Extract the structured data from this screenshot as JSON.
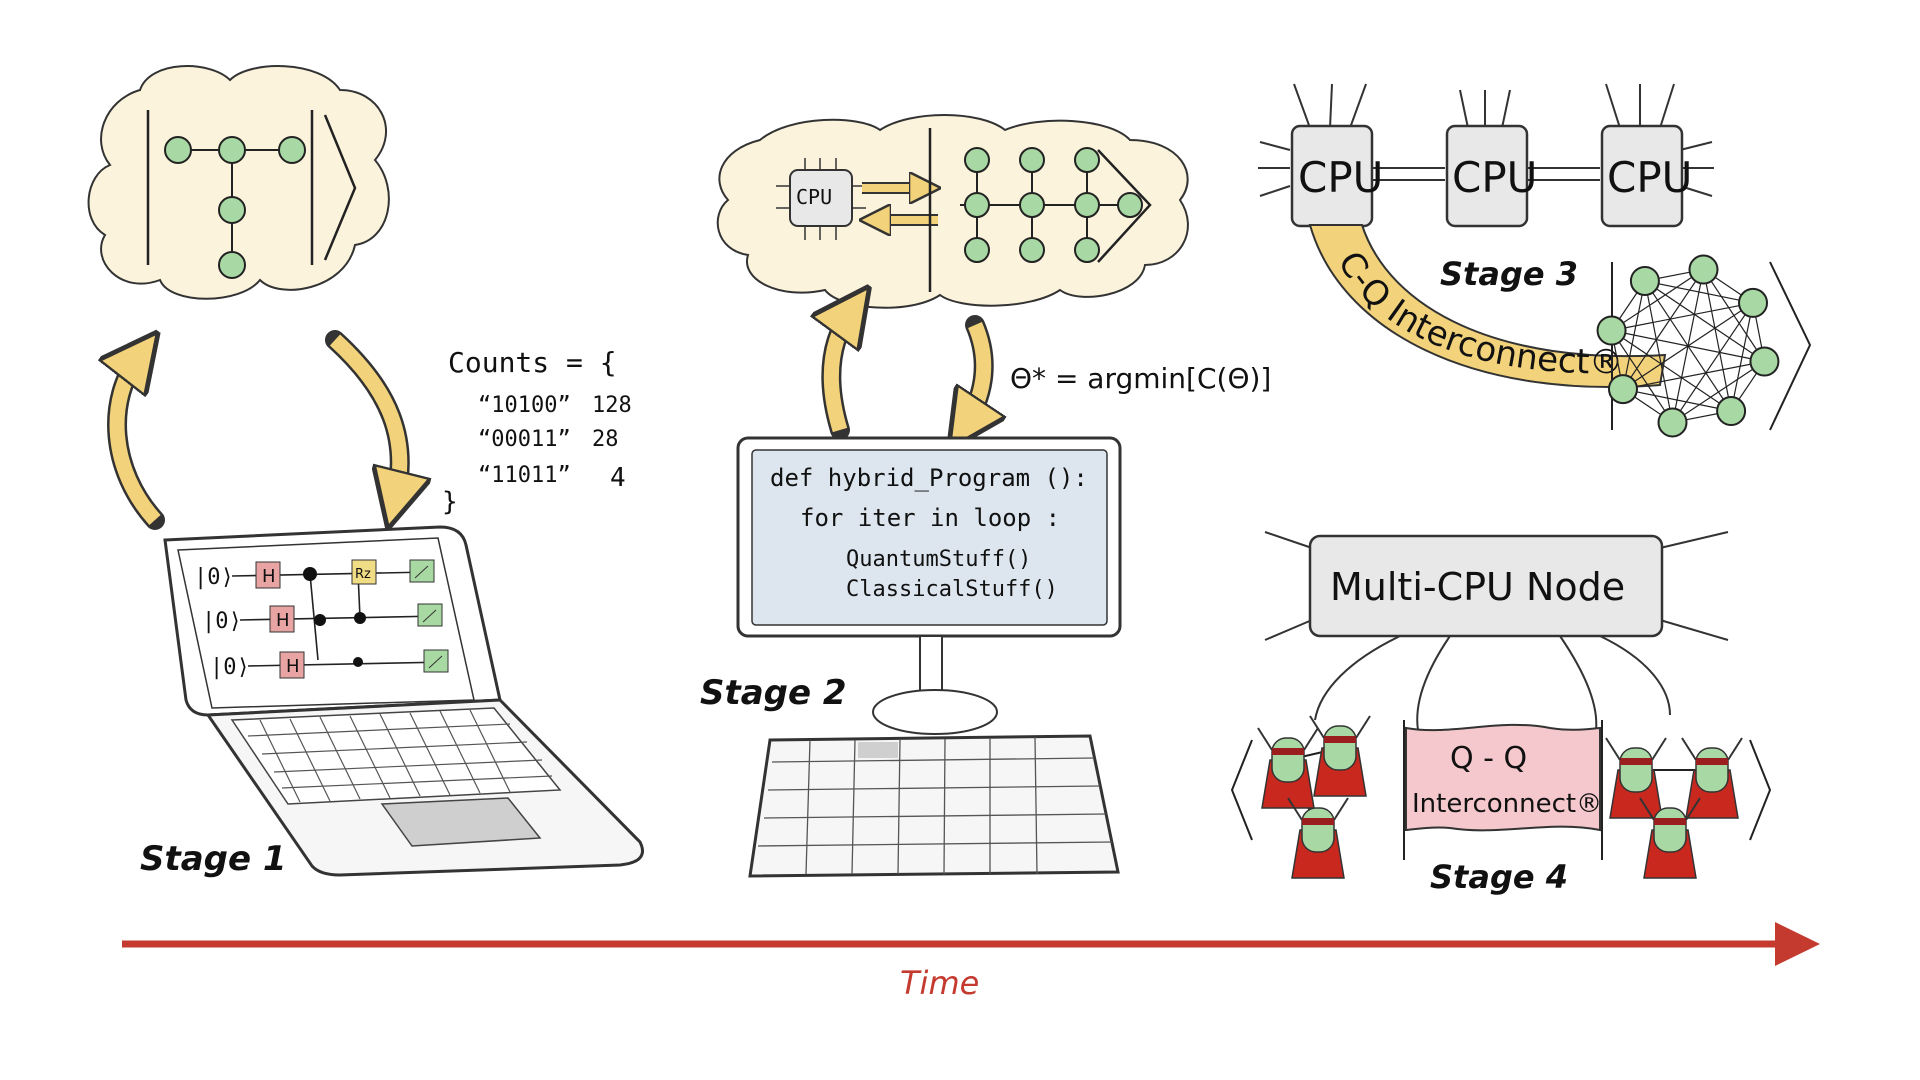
{
  "stage1": {
    "label": "Stage 1",
    "counts_header": "Counts = {",
    "counts": [
      {
        "bitstring": "“10100”",
        "value": "128"
      },
      {
        "bitstring": "“00011”",
        "value": "28"
      },
      {
        "bitstring": "“11011”",
        "value": "4"
      }
    ],
    "counts_close": "}",
    "circuit": {
      "kets": [
        "|0⟩",
        "|0⟩",
        "|0⟩"
      ],
      "gate_h": "H",
      "gate_rz": "Rz"
    }
  },
  "stage2": {
    "label": "Stage 2",
    "cpu_label": "CPU",
    "formula": "Θ* = argmin[C(Θ)]",
    "code": [
      "def hybrid_Program ():",
      "for iter in loop :",
      "QuantumStuff()",
      "ClassicalStuff()"
    ]
  },
  "stage3": {
    "label": "Stage 3",
    "cpus": [
      "CPU",
      "CPU",
      "CPU"
    ],
    "interconnect": "C-Q Interconnect®"
  },
  "stage4": {
    "label": "Stage 4",
    "node": "Multi-CPU Node",
    "qq_line1": "Q - Q",
    "qq_line2": "Interconnect®"
  },
  "timeline": {
    "label": "Time"
  },
  "colors": {
    "cloud": "#fbf3dc",
    "qubit": "#a8d8a4",
    "arrow": "#f2d27a",
    "cpu_box": "#e8e8e8",
    "screen": "#dde6ef",
    "qq_band": "#f4c8cc",
    "time_arrow": "#c43a2f",
    "gate_h": "#e8a3a3",
    "gate_rz": "#f0dc84",
    "gate_meas": "#a9d9a3"
  }
}
